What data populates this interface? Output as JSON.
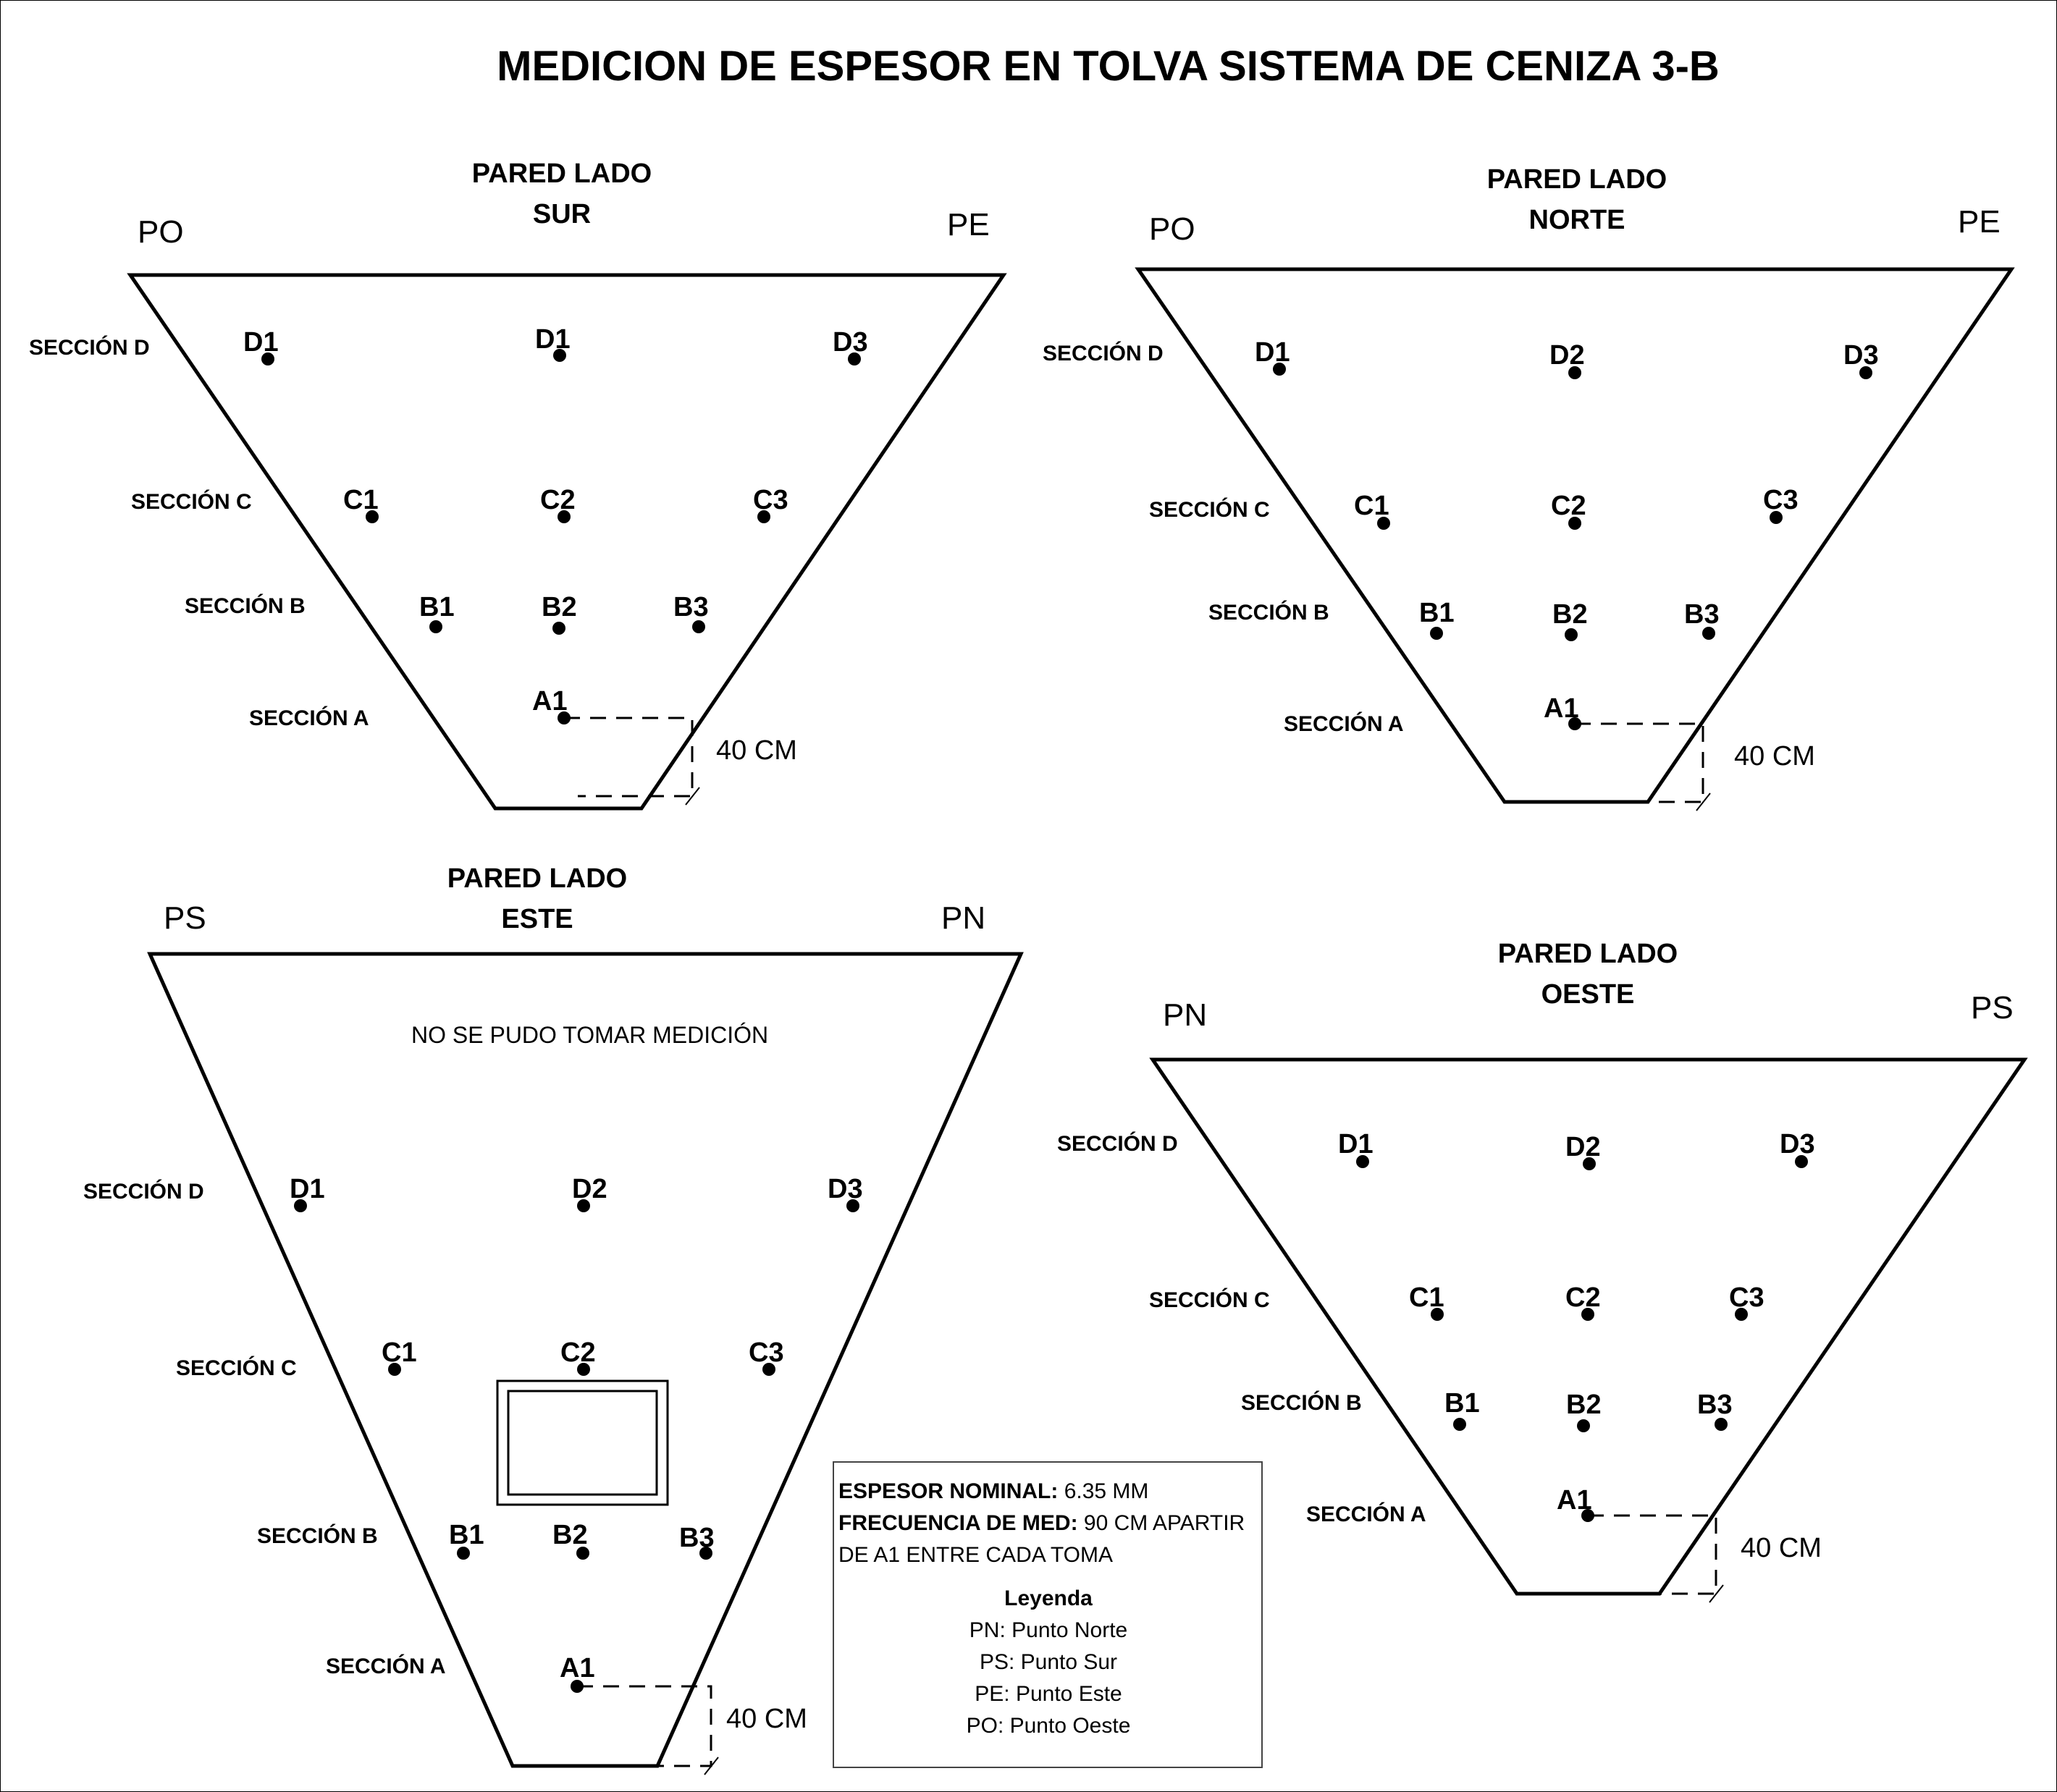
{
  "title": "MEDICION DE ESPESOR EN TOLVA  SISTEMA DE CENIZA 3-B",
  "measure_label": "40 CM",
  "panels": {
    "sur": {
      "wall_line1": "PARED LADO",
      "wall_line2": "SUR",
      "corner_left": "PO",
      "corner_right": "PE",
      "sections": [
        "SECCIÓN D",
        "SECCIÓN C",
        "SECCIÓN B",
        "SECCIÓN A"
      ],
      "points": [
        "D1",
        "D1",
        "D3",
        "C1",
        "C2",
        "C3",
        "B1",
        "B2",
        "B3",
        "A1"
      ]
    },
    "norte": {
      "wall_line1": "PARED LADO",
      "wall_line2": "NORTE",
      "corner_left": "PO",
      "corner_right": "PE",
      "sections": [
        "SECCIÓN D",
        "SECCIÓN C",
        "SECCIÓN B",
        "SECCIÓN A"
      ],
      "points": [
        "D1",
        "D2",
        "D3",
        "C1",
        "C2",
        "C3",
        "B1",
        "B2",
        "B3",
        "A1"
      ]
    },
    "este": {
      "wall_line1": "PARED LADO",
      "wall_line2": "ESTE",
      "corner_left": "PS",
      "corner_right": "PN",
      "note": "NO SE PUDO TOMAR MEDICIÓN",
      "sections": [
        "SECCIÓN D",
        "SECCIÓN C",
        "SECCIÓN B",
        "SECCIÓN A"
      ],
      "points": [
        "D1",
        "D2",
        "D3",
        "C1",
        "C2",
        "C3",
        "B1",
        "B2",
        "B3",
        "A1"
      ]
    },
    "oeste": {
      "wall_line1": "PARED LADO",
      "wall_line2": "OESTE",
      "corner_left": "PN",
      "corner_right": "PS",
      "sections": [
        "SECCIÓN D",
        "SECCIÓN C",
        "SECCIÓN B",
        "SECCIÓN A"
      ],
      "points": [
        "D1",
        "D2",
        "D3",
        "C1",
        "C2",
        "C3",
        "B1",
        "B2",
        "B3",
        "A1"
      ]
    }
  },
  "info_box": {
    "nominal_label": "ESPESOR NOMINAL:",
    "nominal_value": " 6.35 MM",
    "freq_label": "FRECUENCIA DE MED:",
    "freq_value": " 90 CM APARTIR",
    "freq_value_cont": "DE A1 ENTRE CADA TOMA",
    "legend_title": "Leyenda",
    "legend": [
      "PN: Punto Norte",
      "PS: Punto Sur",
      "PE: Punto Este",
      "PO: Punto Oeste"
    ]
  }
}
